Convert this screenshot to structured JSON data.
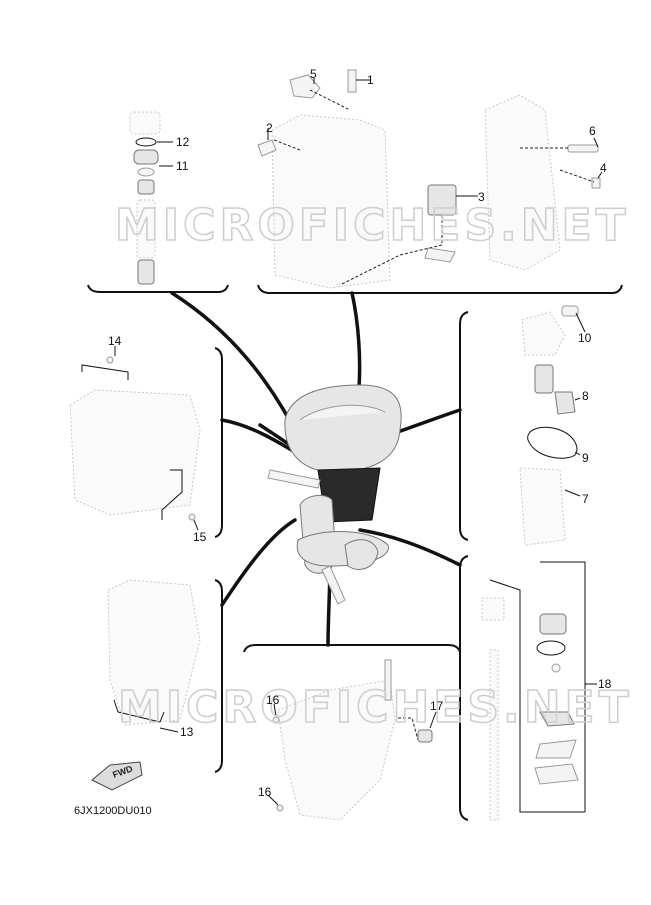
{
  "diagram": {
    "code": "6JX1200DU010",
    "watermark": "MICROFICHES.NET",
    "fwd_label": "FWD",
    "callouts": [
      "1",
      "2",
      "3",
      "4",
      "5",
      "6",
      "7",
      "8",
      "9",
      "10",
      "11",
      "12",
      "13",
      "14",
      "15",
      "16",
      "16",
      "17",
      "18"
    ]
  }
}
